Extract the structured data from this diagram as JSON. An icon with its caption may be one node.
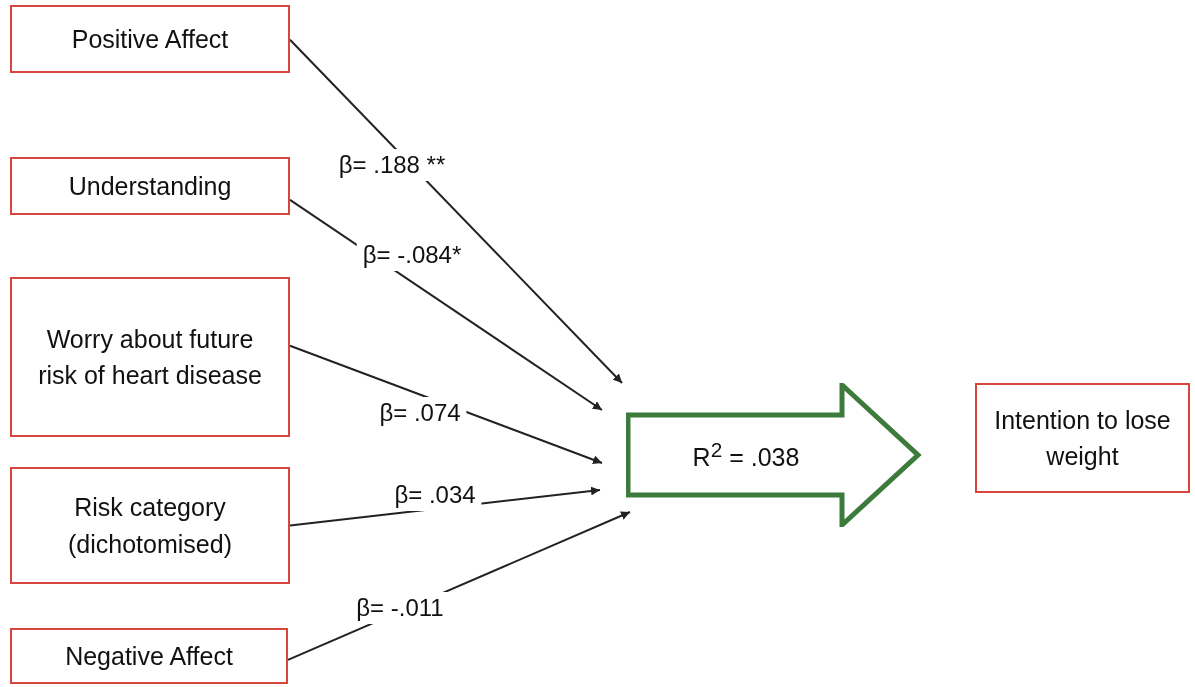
{
  "diagram": {
    "nodes": [
      {
        "text": [
          "Positive Affect"
        ]
      },
      {
        "text": [
          "Understanding"
        ]
      },
      {
        "text": [
          "Worry about future risk of heart disease"
        ]
      },
      {
        "text": [
          "Risk category (dichotomised)"
        ]
      },
      {
        "text": [
          "Negative Affect"
        ]
      },
      {
        "text": [
          "R$^{2}$ = .038"
        ]
      },
      {
        "text": [
          "Intention to lose weight"
        ]
      }
    ],
    "edges": [
      {
        "from": 0,
        "to": 5,
        "arrow": "to",
        "label": "β= .188 **"
      },
      {
        "from": 1,
        "to": 5,
        "arrow": "to",
        "label": "β= -.084*"
      },
      {
        "from": 2,
        "to": 5,
        "arrow": "to",
        "label": "β= .074"
      },
      {
        "from": 3,
        "to": 5,
        "arrow": "to",
        "label": "β= .034"
      },
      {
        "from": 4,
        "to": 5,
        "arrow": "to",
        "label": "β= -.011"
      }
    ]
  }
}
